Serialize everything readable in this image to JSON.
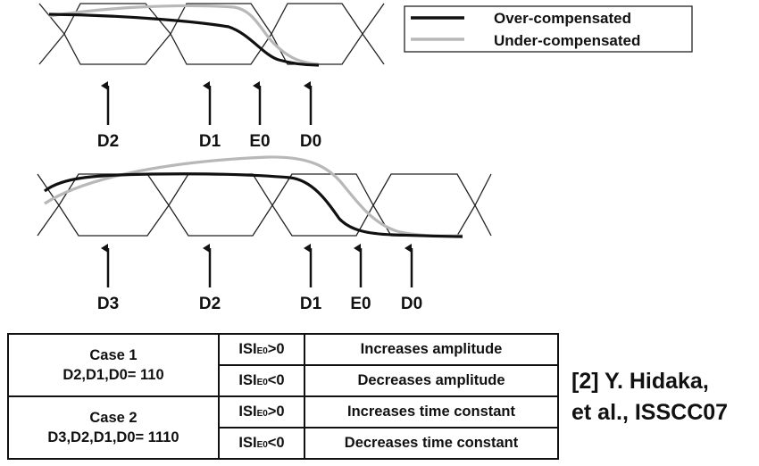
{
  "legend": {
    "over_label": "Over-compensated",
    "under_label": "Under-compensated",
    "over_color": "#111111",
    "under_color": "#b8b8b8"
  },
  "diagram_top": {
    "labels": [
      "D2",
      "D1",
      "E0",
      "D0"
    ]
  },
  "diagram_bottom": {
    "labels": [
      "D3",
      "D2",
      "D1",
      "E0",
      "D0"
    ]
  },
  "table": {
    "rows": [
      {
        "case_title": "Case 1",
        "case_bits": "D2,D1,D0= 110",
        "isi_pos": ">0",
        "isi_neg": "<0",
        "effect_pos": "Increases amplitude",
        "effect_neg": "Decreases amplitude"
      },
      {
        "case_title": "Case 2",
        "case_bits": "D3,D2,D1,D0= 1110",
        "isi_pos": ">0",
        "isi_neg": "<0",
        "effect_pos": "Increases time constant",
        "effect_neg": "Decreases time constant"
      }
    ],
    "isi_main": "ISI",
    "isi_sub": "E0"
  },
  "citation": {
    "line1": "[2] Y. Hidaka,",
    "line2": "et al., ISSCC07"
  }
}
